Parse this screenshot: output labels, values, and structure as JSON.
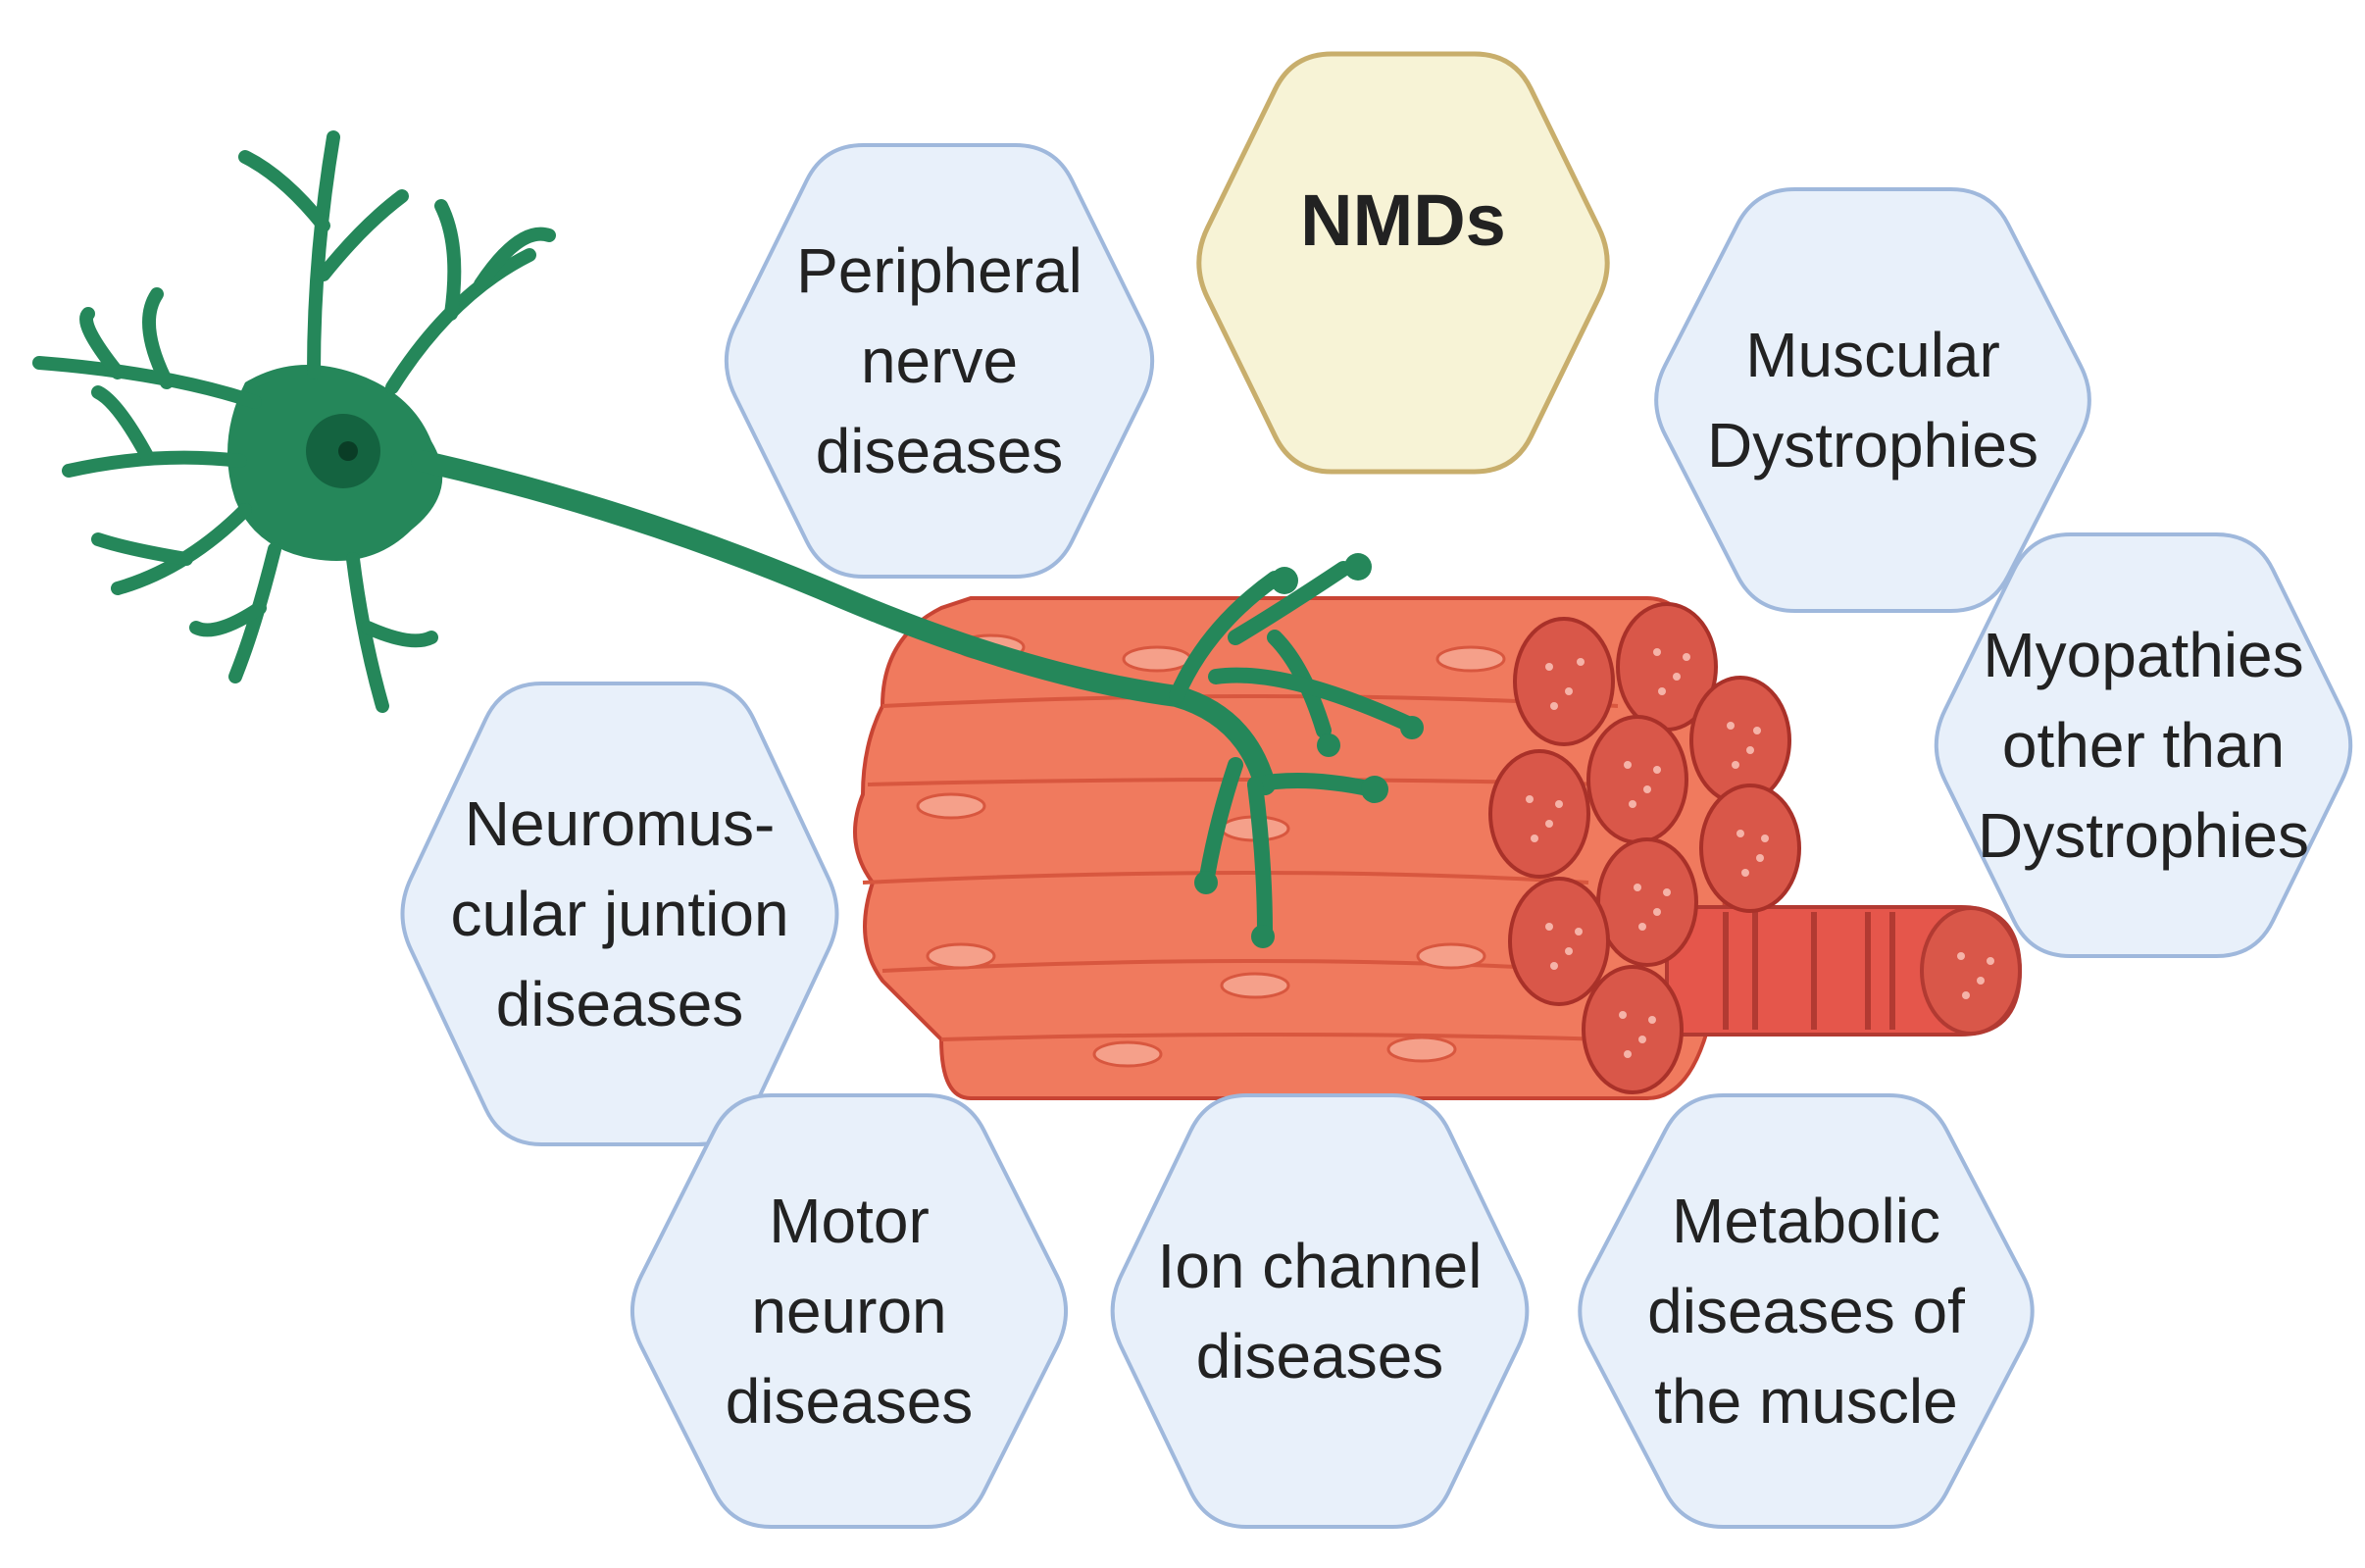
{
  "title_node": {
    "label": "NMDs",
    "fill": "#f7f3d6",
    "stroke": "#c8ae6c"
  },
  "categories": [
    {
      "id": "peripheral-nerve",
      "lines": [
        "Peripheral",
        "nerve",
        "diseases"
      ]
    },
    {
      "id": "muscular-dystrophies",
      "lines": [
        "Muscular",
        "Dystrophies"
      ]
    },
    {
      "id": "myopathies",
      "lines": [
        "Myopathies",
        "other than",
        "Dystrophies"
      ]
    },
    {
      "id": "neuromuscular-junction",
      "lines": [
        "Neuromus-",
        "cular juntion",
        "diseases"
      ]
    },
    {
      "id": "motor-neuron",
      "lines": [
        "Motor",
        "neuron",
        "diseases"
      ]
    },
    {
      "id": "ion-channel",
      "lines": [
        "Ion channel",
        "diseases"
      ]
    },
    {
      "id": "metabolic",
      "lines": [
        "Metabolic",
        "diseases of",
        "the muscle"
      ]
    }
  ],
  "colors": {
    "hex_fill": "#e8f0fa",
    "hex_stroke": "#9fb8dc",
    "neuron": "#25875a",
    "neuron_dark": "#146340",
    "muscle": "#f07a5e",
    "muscle_dark": "#c84434",
    "fascicle": "#d95749"
  },
  "illustration": {
    "neuron_icon": "neuron-icon",
    "muscle_icon": "muscle-fiber-bundle-icon"
  }
}
